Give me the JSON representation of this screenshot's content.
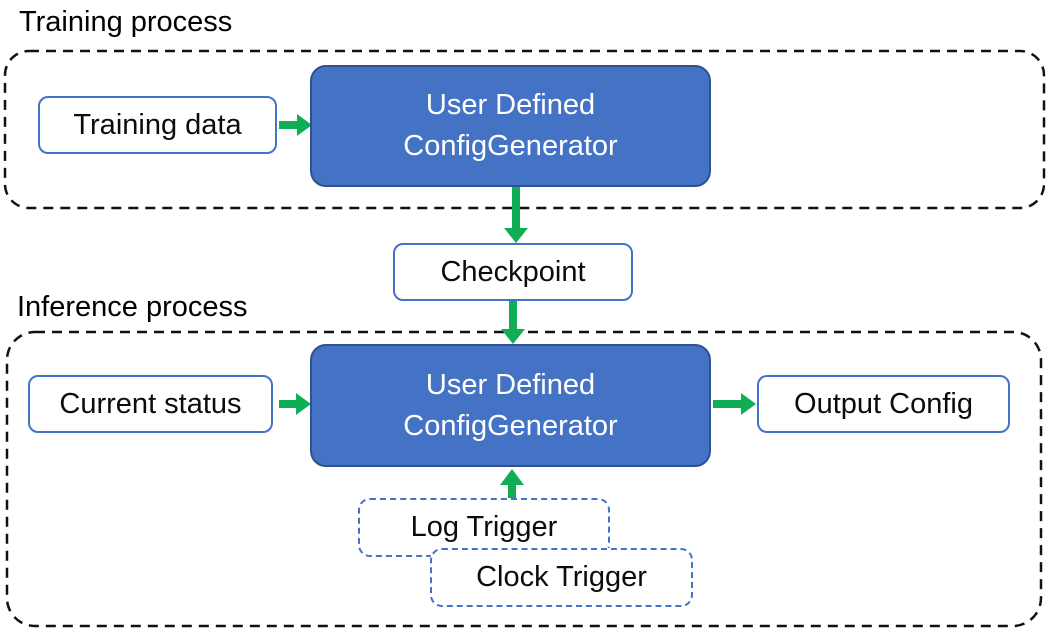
{
  "colors": {
    "blue_fill": "#4472C4",
    "blue_border": "#2F528F",
    "outline_blue": "#4472C4",
    "arrow_green": "#0fae54",
    "dash_black": "#111111"
  },
  "training": {
    "title": "Training process",
    "input_box": "Training data",
    "generator_lines": [
      "User Defined",
      "ConfigGenerator"
    ]
  },
  "checkpoint": {
    "label": "Checkpoint"
  },
  "inference": {
    "title": "Inference process",
    "input_box": "Current status",
    "generator_lines": [
      "User Defined",
      "ConfigGenerator"
    ],
    "output_box": "Output Config",
    "log_trigger": "Log Trigger",
    "clock_trigger": "Clock Trigger"
  }
}
